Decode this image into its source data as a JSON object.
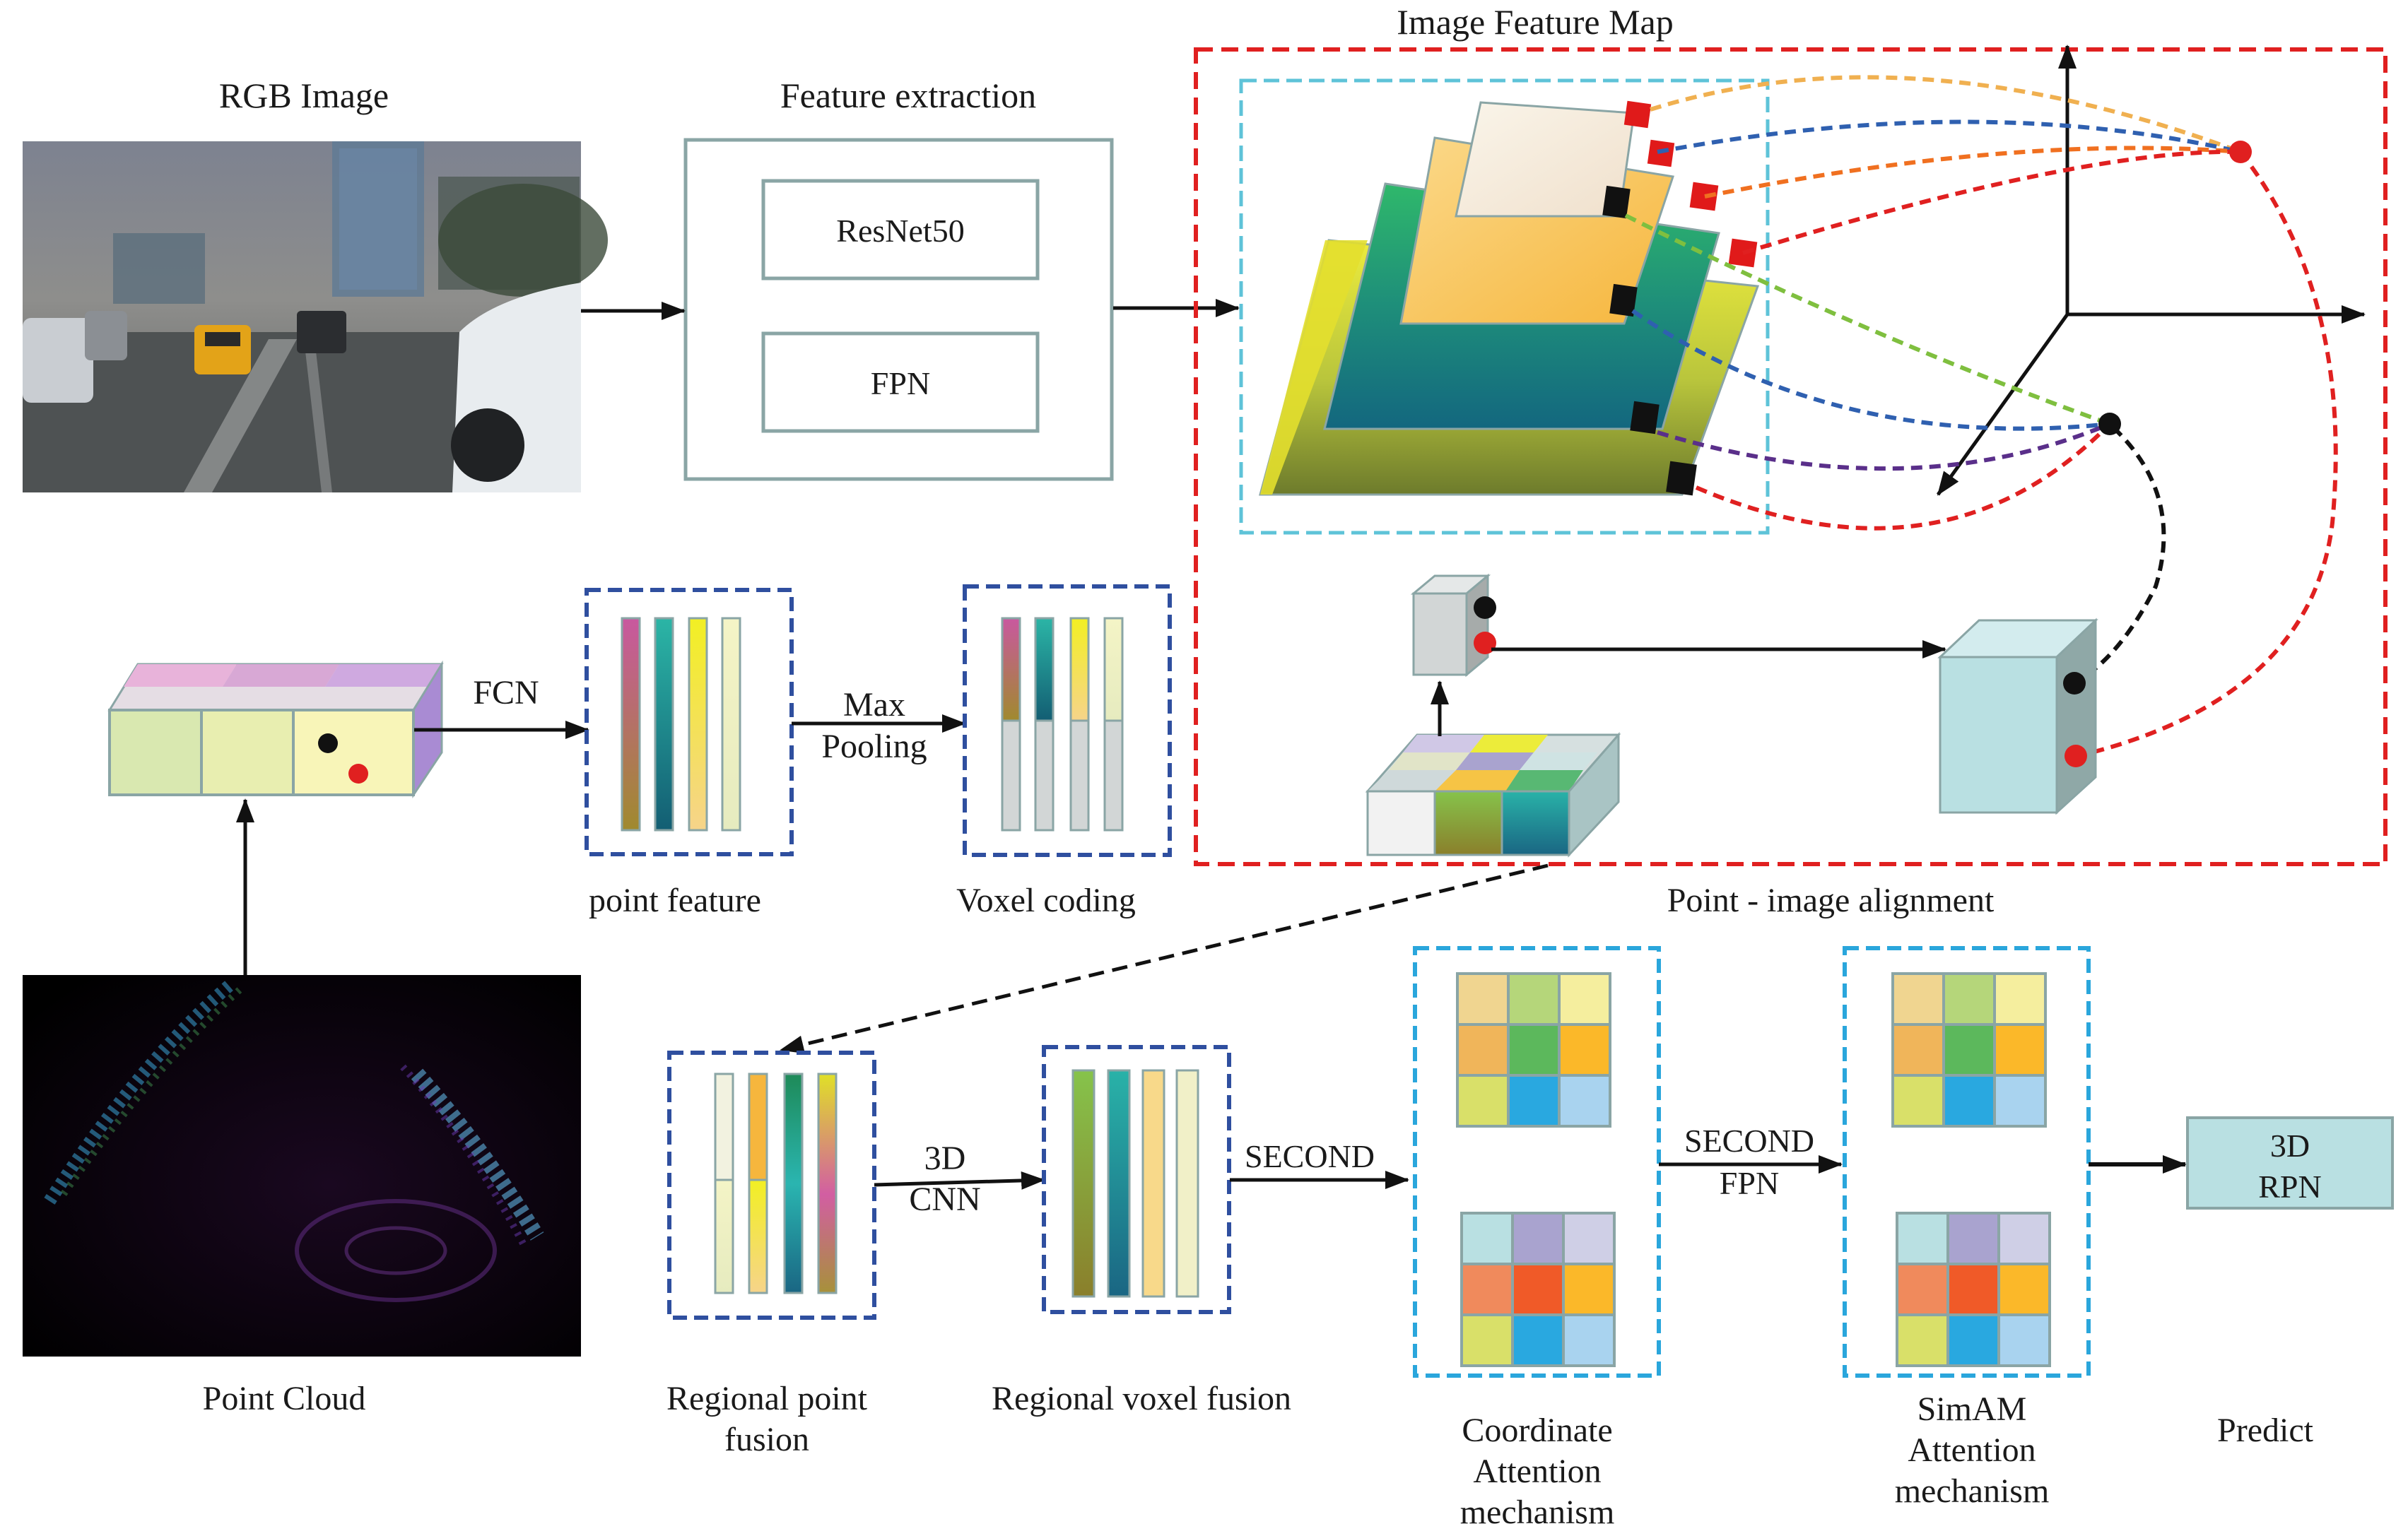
{
  "colors": {
    "box_border": "#8aa5a5",
    "red_dash": "#e02020",
    "cyan_dash": "#5ec3d8",
    "blue_dash": "#2f4f9f",
    "sky_dash": "#2aa6dc",
    "rpn_fill": "#b9e0e2"
  },
  "labels": {
    "rgb_image": "RGB Image",
    "feature_extraction": "Feature extraction",
    "resnet": "ResNet50",
    "fpn": "FPN",
    "image_feature_map": "Image Feature Map",
    "fcn": "FCN",
    "max": "Max",
    "pooling": "Pooling",
    "point_feature": "point feature",
    "voxel_coding": "Voxel coding",
    "point_image_alignment": "Point - image alignment",
    "point_cloud": "Point Cloud",
    "cnn_3d_a": "3D",
    "cnn_3d_b": "CNN",
    "second_1": "SECOND",
    "second_2": "SECOND",
    "second_fpn": "FPN",
    "rpn_a": "3D",
    "rpn_b": "RPN",
    "regional_point_a": "Regional point",
    "regional_point_b": "fusion",
    "regional_voxel": "Regional voxel fusion",
    "coord_a": "Coordinate",
    "coord_b": "Attention",
    "coord_c": "mechanism",
    "simam_a": "SimAM",
    "simam_b": "Attention",
    "simam_c": "mechanism",
    "predict": "Predict"
  },
  "attention_grids": {
    "coordinate_top": [
      "#f0d590",
      "#b5d67a",
      "#f5ee9e",
      "#f0b55a",
      "#5cb85c",
      "#fbb829",
      "#d9e069",
      "#29a8e0",
      "#a9d3ef"
    ],
    "coordinate_bottom": [
      "#b9e0e2",
      "#a9a3cf",
      "#cfcfe6",
      "#f08a5c",
      "#f05a28",
      "#fbb829",
      "#d9e069",
      "#29a8e0",
      "#a9d3ef"
    ]
  }
}
